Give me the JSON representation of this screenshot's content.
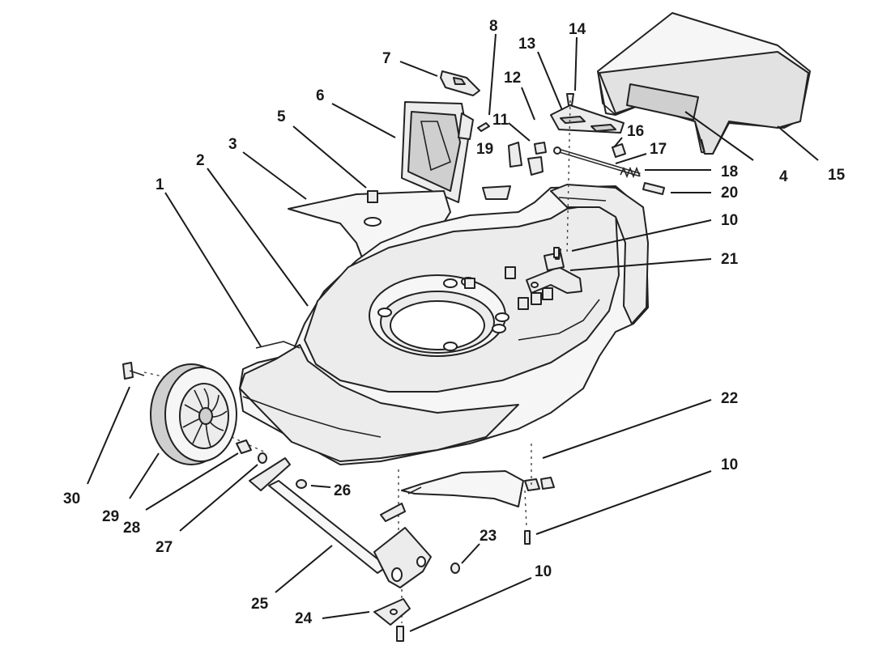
{
  "callouts": [
    {
      "label": "1"
    },
    {
      "label": "2"
    },
    {
      "label": "3"
    },
    {
      "label": "5"
    },
    {
      "label": "6"
    },
    {
      "label": "7"
    },
    {
      "label": "8"
    },
    {
      "label": "13"
    },
    {
      "label": "14"
    },
    {
      "label": "12"
    },
    {
      "label": "11"
    },
    {
      "label": "19"
    },
    {
      "label": "16"
    },
    {
      "label": "17"
    },
    {
      "label": "18"
    },
    {
      "label": "20"
    },
    {
      "label": "4"
    },
    {
      "label": "15"
    },
    {
      "label": "10"
    },
    {
      "label": "21"
    },
    {
      "label": "22"
    },
    {
      "label": "10"
    },
    {
      "label": "10"
    },
    {
      "label": "30"
    },
    {
      "label": "29"
    },
    {
      "label": "28"
    },
    {
      "label": "27"
    },
    {
      "label": "26"
    },
    {
      "label": "25"
    },
    {
      "label": "23"
    },
    {
      "label": "24"
    }
  ],
  "parts": {
    "deck": "mower-deck",
    "wheel": "rear-wheel",
    "bag": "grass-bag",
    "axle": "wheel-axle"
  }
}
